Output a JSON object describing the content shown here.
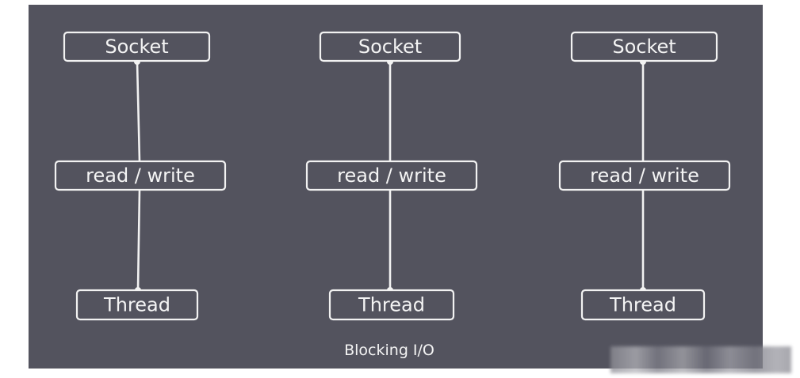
{
  "diagram": {
    "caption": "Blocking I/O",
    "columns": [
      {
        "top": "Socket",
        "middle": "read / write",
        "bottom": "Thread"
      },
      {
        "top": "Socket",
        "middle": "read / write",
        "bottom": "Thread"
      },
      {
        "top": "Socket",
        "middle": "read / write",
        "bottom": "Thread"
      }
    ]
  },
  "colors": {
    "background": "#53535e",
    "foreground": "#f2f2f2"
  }
}
